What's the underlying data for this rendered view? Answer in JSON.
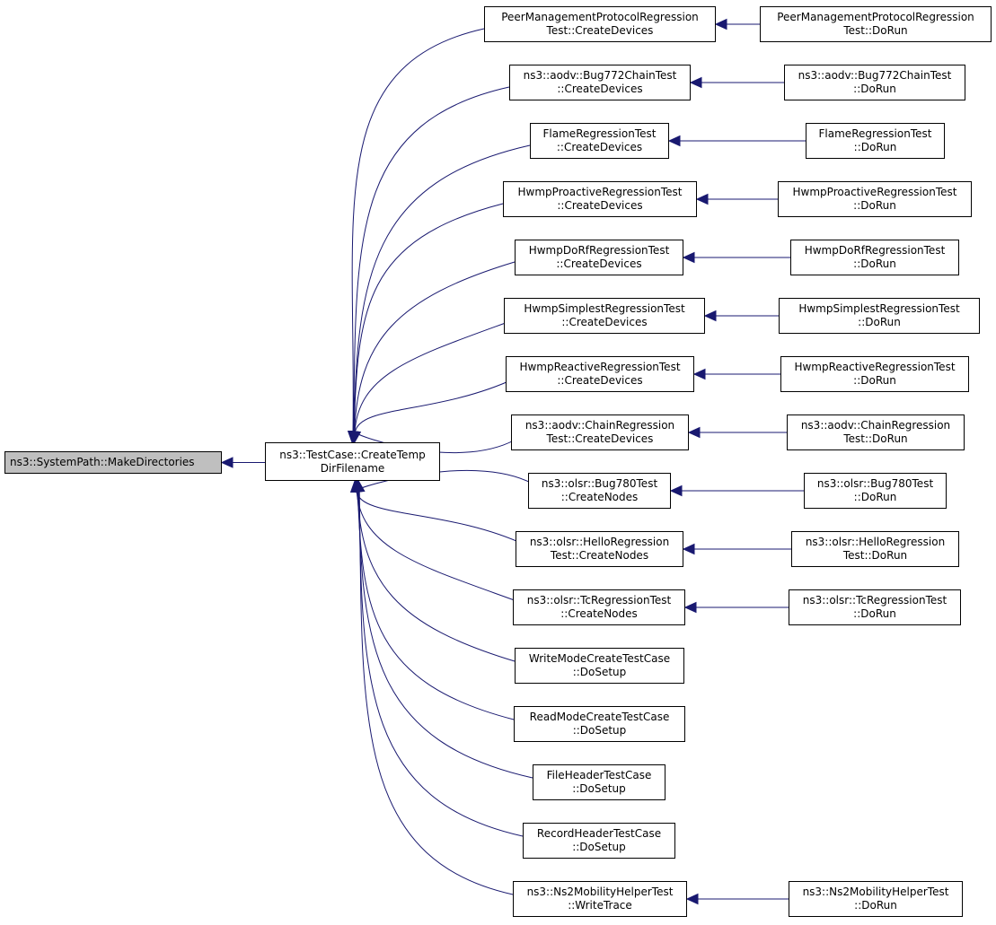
{
  "root": {
    "label": "ns3::SystemPath::MakeDirectories"
  },
  "hub": {
    "line1": "ns3::TestCase::CreateTemp",
    "line2": "DirFilename"
  },
  "callers": [
    {
      "line1": "PeerManagementProtocolRegression",
      "line2": "Test::CreateDevices",
      "caller": {
        "line1": "PeerManagementProtocolRegression",
        "line2": "Test::DoRun"
      }
    },
    {
      "line1": "ns3::aodv::Bug772ChainTest",
      "line2": "::CreateDevices",
      "caller": {
        "line1": "ns3::aodv::Bug772ChainTest",
        "line2": "::DoRun"
      }
    },
    {
      "line1": "FlameRegressionTest",
      "line2": "::CreateDevices",
      "caller": {
        "line1": "FlameRegressionTest",
        "line2": "::DoRun"
      }
    },
    {
      "line1": "HwmpProactiveRegressionTest",
      "line2": "::CreateDevices",
      "caller": {
        "line1": "HwmpProactiveRegressionTest",
        "line2": "::DoRun"
      }
    },
    {
      "line1": "HwmpDoRfRegressionTest",
      "line2": "::CreateDevices",
      "caller": {
        "line1": "HwmpDoRfRegressionTest",
        "line2": "::DoRun"
      }
    },
    {
      "line1": "HwmpSimplestRegressionTest",
      "line2": "::CreateDevices",
      "caller": {
        "line1": "HwmpSimplestRegressionTest",
        "line2": "::DoRun"
      }
    },
    {
      "line1": "HwmpReactiveRegressionTest",
      "line2": "::CreateDevices",
      "caller": {
        "line1": "HwmpReactiveRegressionTest",
        "line2": "::DoRun"
      }
    },
    {
      "line1": "ns3::aodv::ChainRegression",
      "line2": "Test::CreateDevices",
      "caller": {
        "line1": "ns3::aodv::ChainRegression",
        "line2": "Test::DoRun"
      }
    },
    {
      "line1": "ns3::olsr::Bug780Test",
      "line2": "::CreateNodes",
      "caller": {
        "line1": "ns3::olsr::Bug780Test",
        "line2": "::DoRun"
      }
    },
    {
      "line1": "ns3::olsr::HelloRegression",
      "line2": "Test::CreateNodes",
      "caller": {
        "line1": "ns3::olsr::HelloRegression",
        "line2": "Test::DoRun"
      }
    },
    {
      "line1": "ns3::olsr::TcRegressionTest",
      "line2": "::CreateNodes",
      "caller": {
        "line1": "ns3::olsr::TcRegressionTest",
        "line2": "::DoRun"
      }
    },
    {
      "line1": "WriteModeCreateTestCase",
      "line2": "::DoSetup",
      "caller": null
    },
    {
      "line1": "ReadModeCreateTestCase",
      "line2": "::DoSetup",
      "caller": null
    },
    {
      "line1": "FileHeaderTestCase",
      "line2": "::DoSetup",
      "caller": null
    },
    {
      "line1": "RecordHeaderTestCase",
      "line2": "::DoSetup",
      "caller": null
    },
    {
      "line1": "ns3::Ns2MobilityHelperTest",
      "line2": "::WriteTrace",
      "caller": {
        "line1": "ns3::Ns2MobilityHelperTest",
        "line2": "::DoRun"
      }
    }
  ],
  "colors": {
    "edge": "#191970",
    "root_fill": "#bfbfbf",
    "node_border": "#000000"
  }
}
